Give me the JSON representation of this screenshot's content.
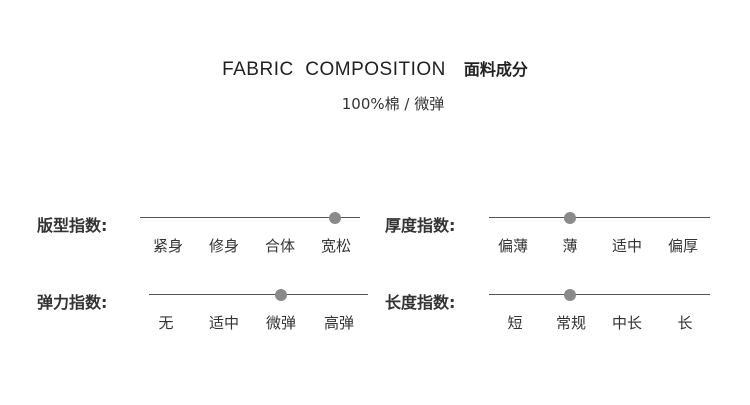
{
  "header": {
    "title_en": "FABRIC  COMPOSITION",
    "title_cn": "面料成分",
    "composition": "100%棉 / 微弹"
  },
  "indicators": [
    {
      "label": "版型指数:",
      "options": [
        "紧身",
        "修身",
        "合体",
        "宽松"
      ],
      "selected_position": 0.9
    },
    {
      "label": "厚度指数:",
      "options": [
        "偏薄",
        "薄",
        "适中",
        "偏厚"
      ],
      "selected_position": 0.37
    },
    {
      "label": "弹力指数:",
      "options": [
        "无",
        "适中",
        "微弹",
        "高弹"
      ],
      "selected_position": 0.6
    },
    {
      "label": "长度指数:",
      "options": [
        "短",
        "常规",
        "中长",
        "长"
      ],
      "selected_position": 0.37
    }
  ],
  "colors": {
    "track": "#555555",
    "marker": "#8a8a8a",
    "text": "#333333"
  }
}
